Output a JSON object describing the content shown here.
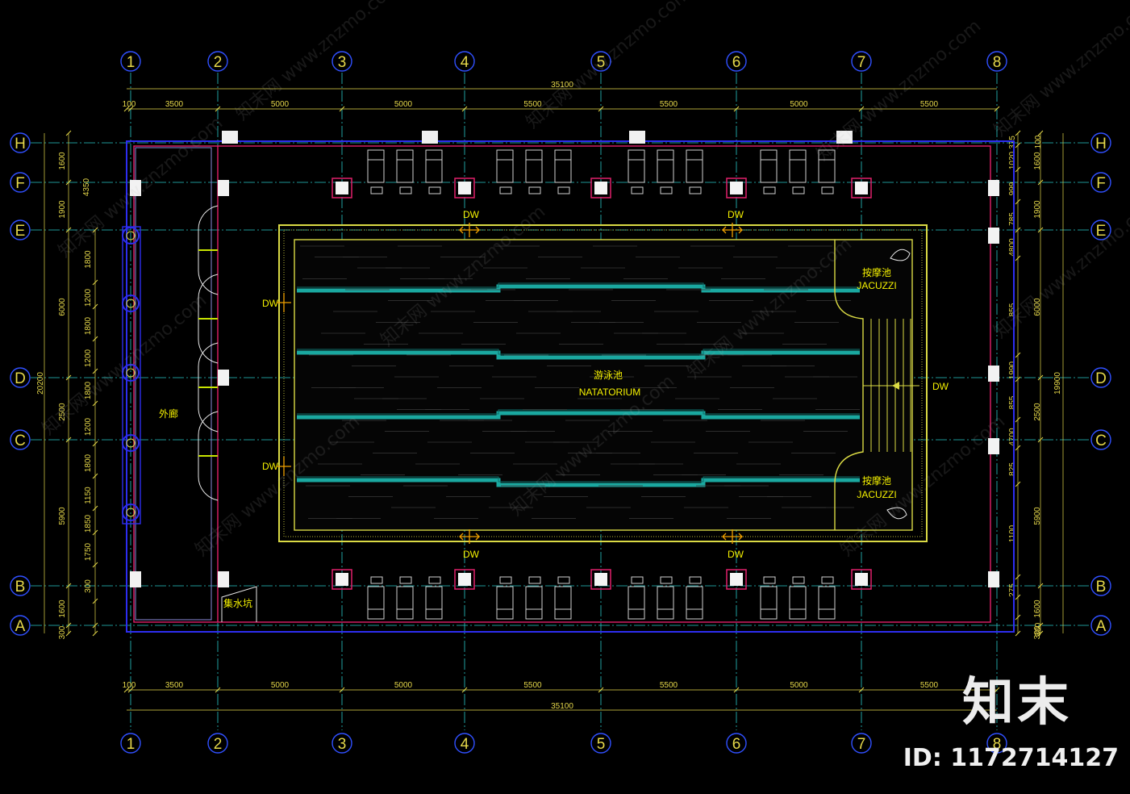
{
  "grid_columns": [
    "1",
    "2",
    "3",
    "4",
    "5",
    "6",
    "7",
    "8"
  ],
  "grid_rows": [
    "H",
    "F",
    "E",
    "D",
    "C",
    "B",
    "A"
  ],
  "dims_top_total": "35100",
  "dims_top": [
    "100",
    "3500",
    "5000",
    "5000",
    "5500",
    "5500",
    "5000",
    "5500"
  ],
  "dims_bottom": [
    "100",
    "3500",
    "5000",
    "5000",
    "5500",
    "5500",
    "5000",
    "5500"
  ],
  "dims_bottom_total": "35100",
  "dims_left_outer": [
    "1600",
    "1900",
    "6000",
    "2500",
    "5900",
    "1600",
    "300"
  ],
  "dims_left_total": "20200",
  "dims_left_mid": [
    "4350"
  ],
  "dims_left_inner": [
    "1800",
    "1200",
    "1800",
    "1200",
    "1800",
    "1200",
    "1800",
    "1150",
    "1850",
    "1750",
    "300"
  ],
  "dims_right_inner": [
    "375",
    "1020",
    "999",
    "785",
    "4800",
    "855",
    "1990",
    "855",
    "4700",
    "825",
    "1100",
    "275"
  ],
  "dims_right_mid": [
    "100",
    "300"
  ],
  "dims_right_outer": [
    "1600",
    "1900",
    "6000",
    "2500",
    "5900",
    "1600",
    "300"
  ],
  "dims_right_total": "19900",
  "rooms": {
    "corridor": "外廊",
    "pool_cn": "游泳池",
    "pool_en": "NATATORIUM",
    "jacuzzi_cn": "按摩池",
    "jacuzzi_en": "JACUZZI",
    "sump": "集水坑"
  },
  "dw_label": "DW",
  "watermark": {
    "logo": "知末",
    "id": "ID: 1172714127",
    "diag": "知末网 www.znzmo.com"
  },
  "colors": {
    "background": "#000000",
    "grid_line": "#28c8c8",
    "dimension": "#e6d84a",
    "wall_outer": "#2d2df0",
    "wall_inner": "#e0206a",
    "pool_edge": "#dada44",
    "lane": "#1aa8a0",
    "text": "#f6f200"
  }
}
